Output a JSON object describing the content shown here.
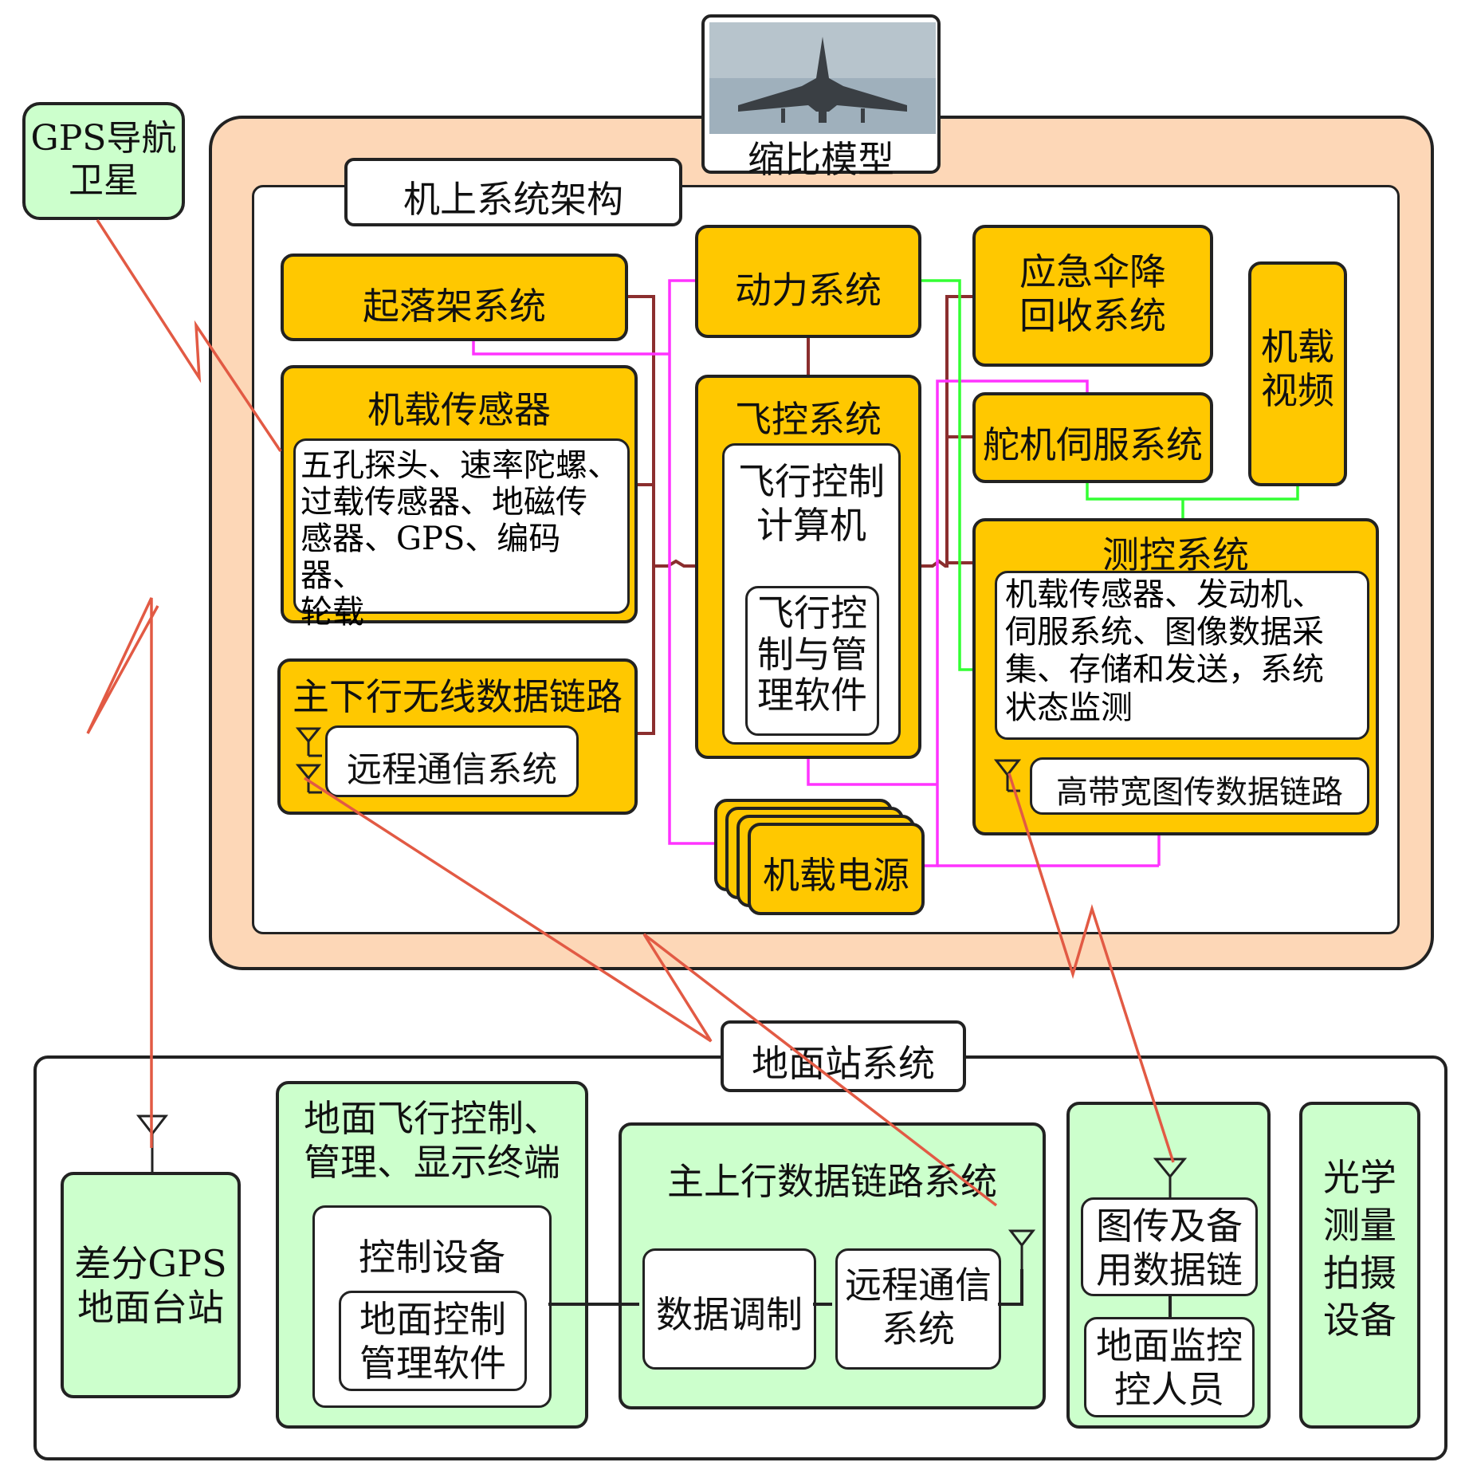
{
  "colors": {
    "outer_air": "#FDD7B7",
    "yellow": "#FFC800",
    "green": "#CCFFCC",
    "magenta": "#FF33FF",
    "bright_green": "#33FF33",
    "darkred": "#8B2E2E",
    "radio_red": "#E25A44"
  },
  "gps_satellite": "GPS导航\n卫星",
  "aircraft": {
    "model_label": "缩比模型"
  },
  "onboard": {
    "title": "机上系统架构",
    "landing_gear": "起落架系统",
    "power_system": "动力系统",
    "parachute": "应急伞降\n回收系统",
    "video": "机载\n视频",
    "sensors": {
      "title": "机载传感器",
      "content": "五孔探头、速率陀螺、\n过载传感器、地磁传\n感器、GPS、编码器、\n轮载"
    },
    "flight_control": {
      "title": "飞控系统",
      "computer": "飞行控制\n计算机",
      "software": "飞行控\n制与管\n理软件"
    },
    "servo": "舵机伺服系统",
    "tt_c": {
      "title": "测控系统",
      "content": "机载传感器、发动机、\n伺服系统、图像数据采\n集、存储和发送，系统\n状态监测",
      "image_link": "高带宽图传数据链路"
    },
    "downlink": {
      "title": "主下行无线数据链路",
      "remote": "远程通信系统"
    },
    "power_supply": "机载电源"
  },
  "ground": {
    "title": "地面站系统",
    "dgps": "差分GPS\n地面台站",
    "terminal": {
      "title": "地面飞行控制、\n管理、显示终端",
      "control_equipment": "控制设备",
      "software": "地面控制\n管理软件"
    },
    "uplink": {
      "title": "主上行数据链路系统",
      "modulation": "数据调制",
      "remote": "远程通信\n系统"
    },
    "image_backup": "图传及备\n用数据链",
    "monitor": "地面监控\n控人员",
    "optical": "光学\n测量\n拍摄\n设备"
  }
}
